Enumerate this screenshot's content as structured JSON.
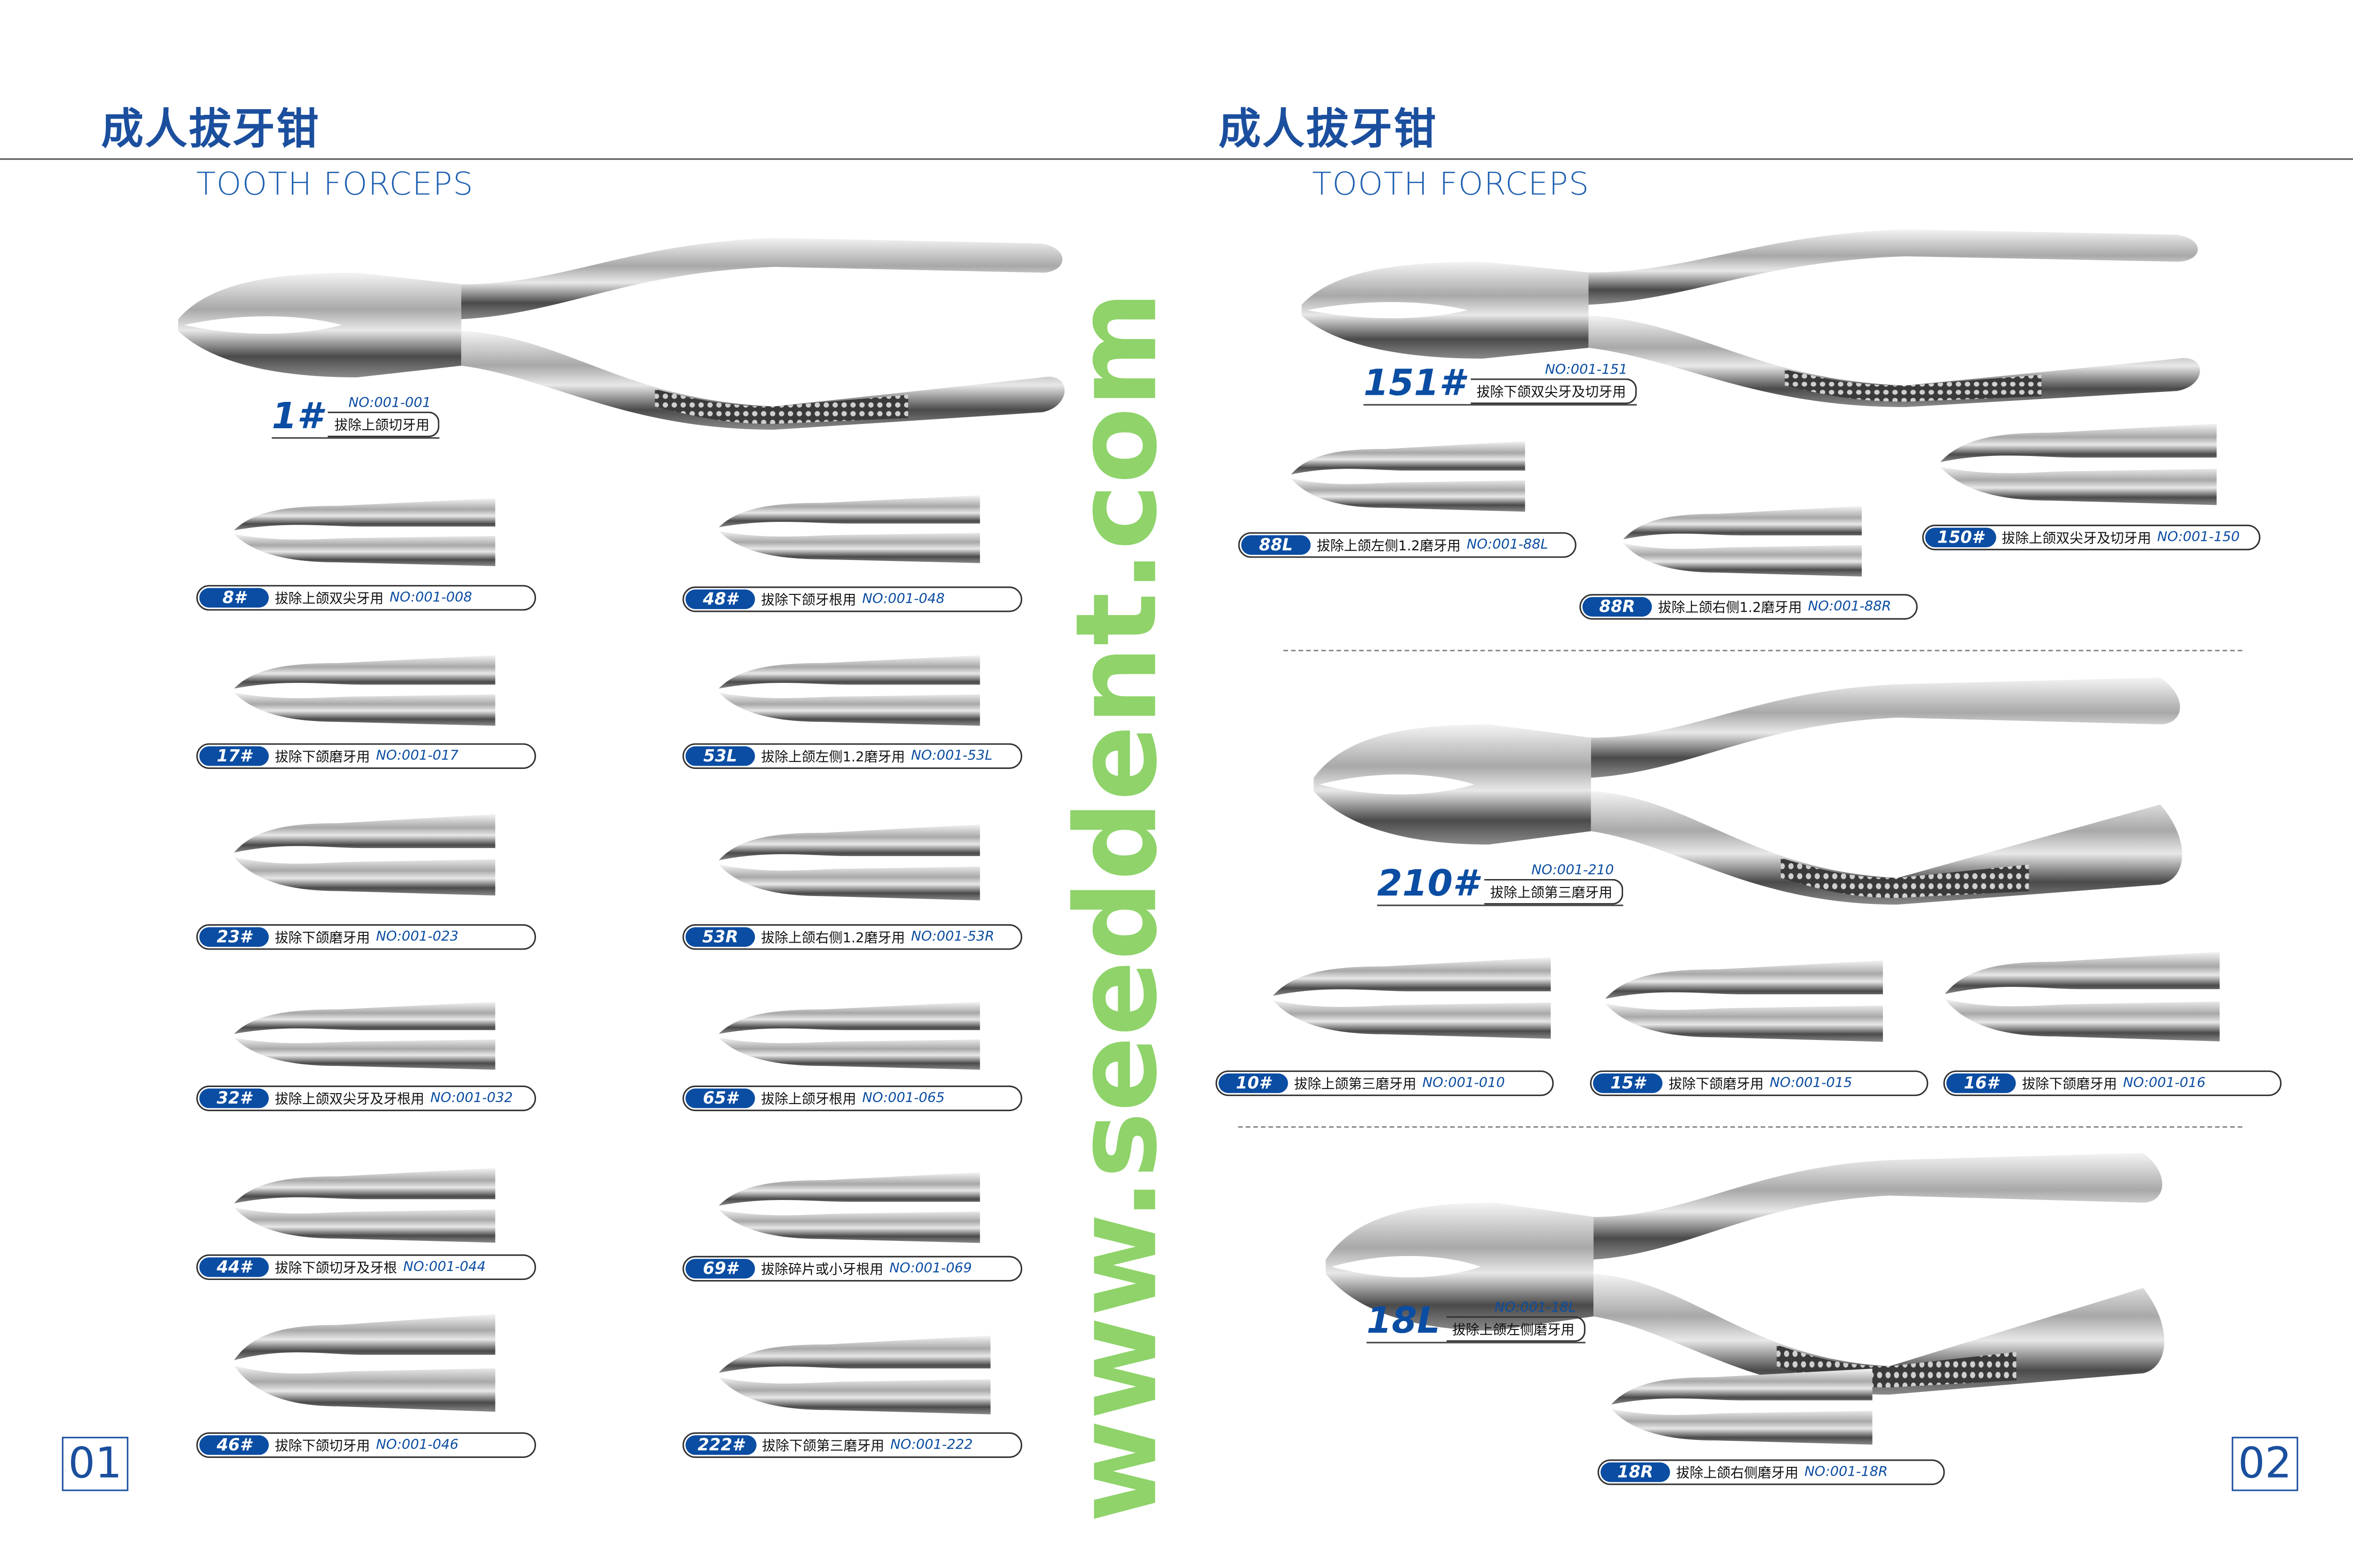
{
  "pages": [
    {
      "title_cn": "成人拔牙钳",
      "title_en": "TOOTH FORCEPS",
      "page_number": "01"
    },
    {
      "title_cn": "成人拔牙钳",
      "title_en": "TOOTH FORCEPS",
      "page_number": "02"
    }
  ],
  "watermark": "www.seeddent.com",
  "featured": [
    {
      "code": "1#",
      "no": "NO:001-001",
      "desc": "拔除上颌切牙用"
    },
    {
      "code": "151#",
      "no": "NO:001-151",
      "desc": "拔除下颌双尖牙及切牙用"
    },
    {
      "code": "210#",
      "no": "NO:001-210",
      "desc": "拔除上颌第三磨牙用"
    },
    {
      "code": "18L",
      "no": "NO:001-18L",
      "desc": "拔除上颌左侧磨牙用"
    }
  ],
  "items": [
    {
      "code": "8#",
      "desc": "拔除上颌双尖牙用",
      "no": "NO:001-008"
    },
    {
      "code": "48#",
      "desc": "拔除下颌牙根用",
      "no": "NO:001-048"
    },
    {
      "code": "17#",
      "desc": "拔除下颌磨牙用",
      "no": "NO:001-017"
    },
    {
      "code": "53L",
      "desc": "拔除上颌左侧1.2磨牙用",
      "no": "NO:001-53L"
    },
    {
      "code": "23#",
      "desc": "拔除下颌磨牙用",
      "no": "NO:001-023"
    },
    {
      "code": "53R",
      "desc": "拔除上颌右侧1.2磨牙用",
      "no": "NO:001-53R"
    },
    {
      "code": "32#",
      "desc": "拔除上颌双尖牙及牙根用",
      "no": "NO:001-032"
    },
    {
      "code": "65#",
      "desc": "拔除上颌牙根用",
      "no": "NO:001-065"
    },
    {
      "code": "44#",
      "desc": "拔除下颌切牙及牙根",
      "no": "NO:001-044"
    },
    {
      "code": "69#",
      "desc": "拔除碎片或小牙根用",
      "no": "NO:001-069"
    },
    {
      "code": "46#",
      "desc": "拔除下颌切牙用",
      "no": "NO:001-046"
    },
    {
      "code": "222#",
      "desc": "拔除下颌第三磨牙用",
      "no": "NO:001-222"
    },
    {
      "code": "88L",
      "desc": "拔除上颌左侧1.2磨牙用",
      "no": "NO:001-88L"
    },
    {
      "code": "88R",
      "desc": "拔除上颌右侧1.2磨牙用",
      "no": "NO:001-88R"
    },
    {
      "code": "150#",
      "desc": "拔除上颌双尖牙及切牙用",
      "no": "NO:001-150"
    },
    {
      "code": "10#",
      "desc": "拔除上颌第三磨牙用",
      "no": "NO:001-010"
    },
    {
      "code": "15#",
      "desc": "拔除下颌磨牙用",
      "no": "NO:001-015"
    },
    {
      "code": "16#",
      "desc": "拔除下颌磨牙用",
      "no": "NO:001-016"
    },
    {
      "code": "18R",
      "desc": "拔除上颌右侧磨牙用",
      "no": "NO:001-18R"
    }
  ],
  "colors": {
    "brand_blue": "#0b4da2",
    "watermark_green": "#8fd36a",
    "steel": "#9a9a9a"
  }
}
